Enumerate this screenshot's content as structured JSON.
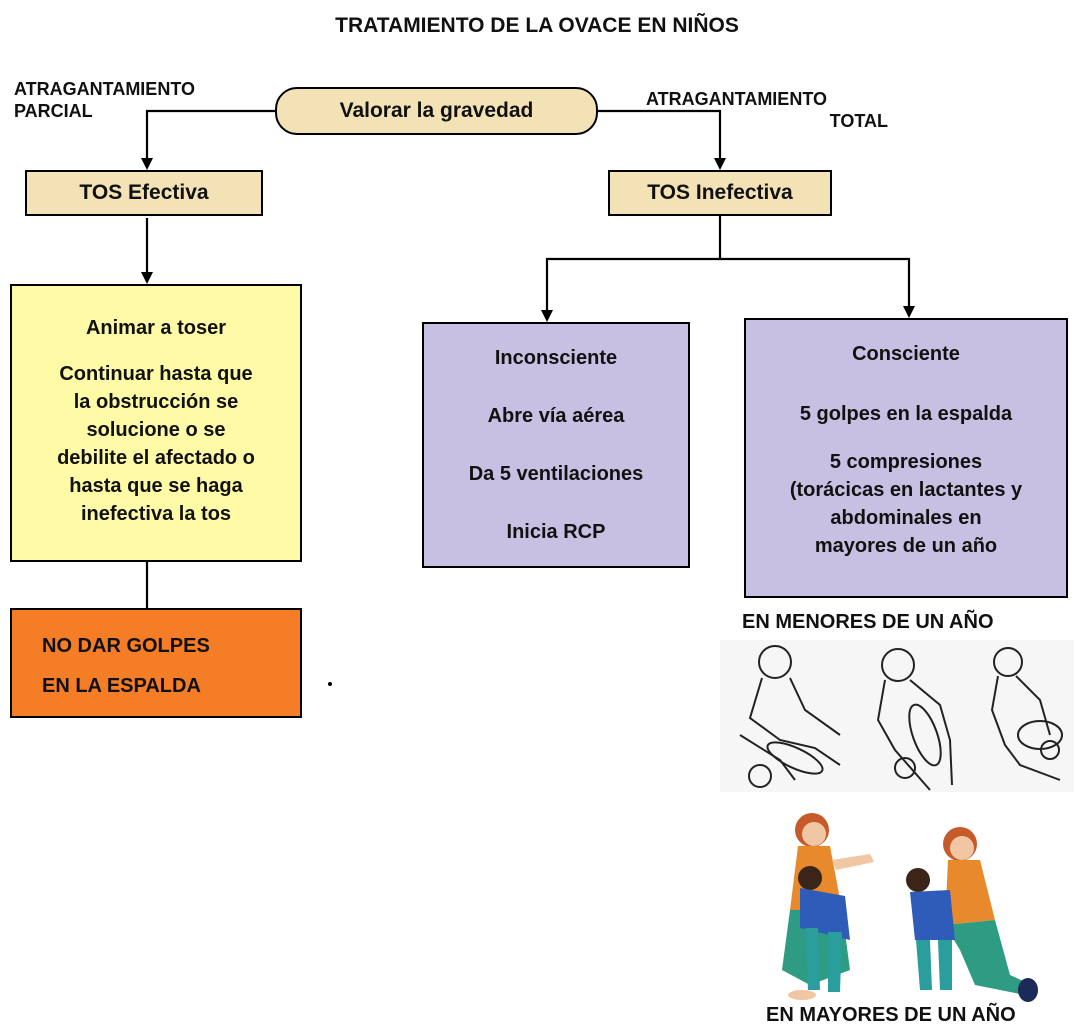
{
  "title": "TRATAMIENTO DE LA OVACE EN NIÑOS",
  "nodes": {
    "assess": "Valorar la gravedad",
    "effective_cough": "TOS Efectiva",
    "ineffective_cough": "TOS Inefectiva",
    "partial": [
      "ATRAGANTAMIENTO",
      "PARCIAL"
    ],
    "total": [
      "ATRAGANTAMIENTO",
      "TOTAL"
    ],
    "encourage": {
      "heading": "Animar a toser",
      "body": [
        "Continuar hasta que",
        "la obstrucción se",
        "solucione o se",
        "debilite el afectado o",
        "hasta que se haga",
        "inefectiva la tos"
      ]
    },
    "no_back_blows": [
      "NO DAR GOLPES",
      "EN LA ESPALDA"
    ],
    "unconscious": [
      "Inconsciente",
      "Abre vía aérea",
      "Da 5 ventilaciones",
      "Inicia RCP"
    ],
    "conscious": {
      "heading": "Consciente",
      "back_blows": "5 golpes en la espalda",
      "compressions": [
        "5 compresiones",
        "(torácicas en lactantes y",
        "abdominales en",
        "mayores de un año"
      ]
    }
  },
  "captions": {
    "infants": "EN MENORES DE UN AÑO",
    "older": "EN MAYORES DE UN AÑO"
  },
  "colors": {
    "tan": "#f2e2b6",
    "yellow": "#fefaa6",
    "lavender": "#c8c0e2",
    "orange": "#f57d26"
  }
}
